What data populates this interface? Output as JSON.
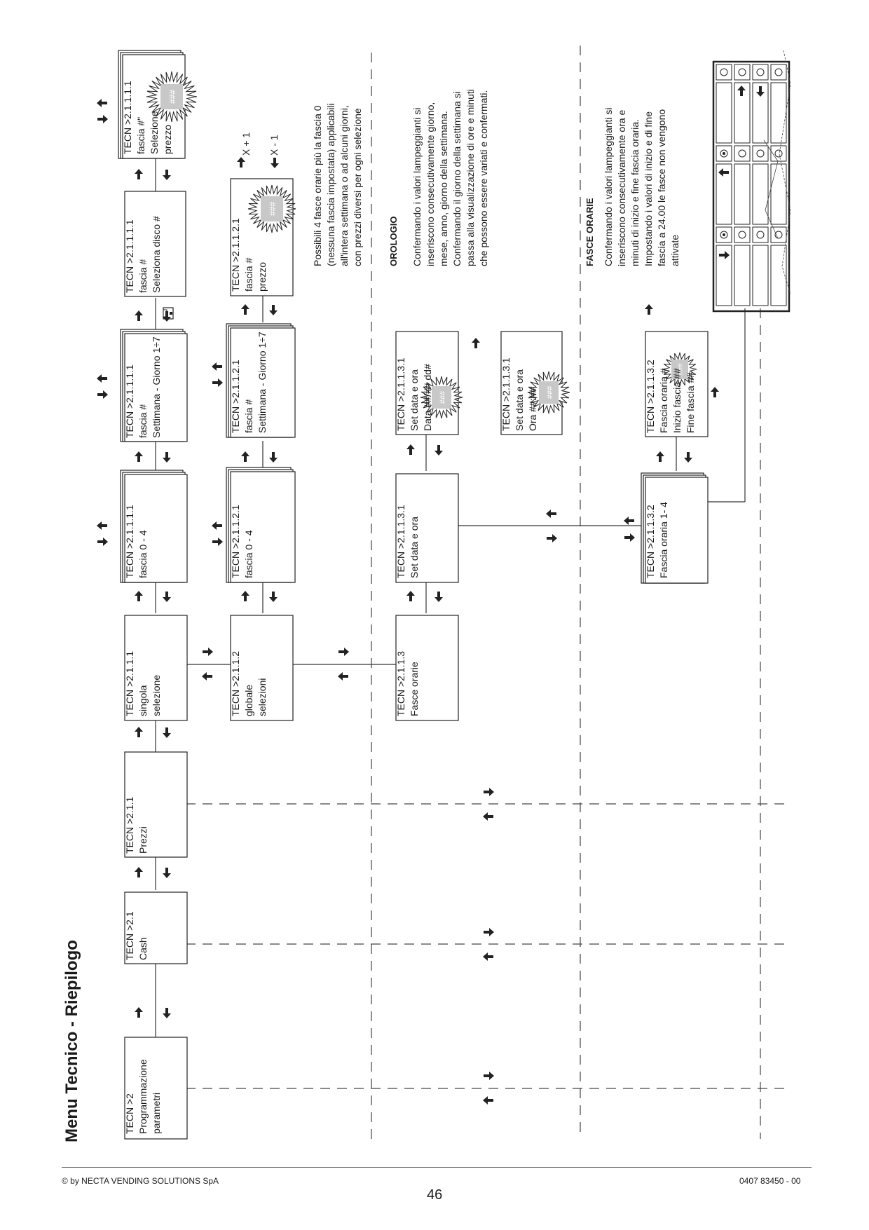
{
  "title": "Menu  Tecnico  - Riepilogo",
  "boxes": {
    "b2": [
      "TECN >2",
      "Programmazione",
      "parametri"
    ],
    "b21": [
      "TECN >2.1",
      "Cash"
    ],
    "b211": [
      "TECN >2.1.1",
      "Prezzi"
    ],
    "b2111": [
      "TECN >2.1.1.1",
      "singola",
      "selezione"
    ],
    "b21111": [
      "TECN >2.1.1.1.1",
      "fascia 0 - 4"
    ],
    "b211111a": [
      "TECN >2.1.1.1.1",
      "fascia   #",
      "Settimana - Giorno 1÷7"
    ],
    "b211111b": [
      "TECN >2.1.1.1.1",
      "fascia   #",
      "Seleziona disco    #"
    ],
    "b211111c": [
      "TECN >2.1.1.1.1",
      "fascia #\"",
      "Selezione",
      "prezzo"
    ],
    "b2112": [
      "TECN >2.1.1.2",
      "globale",
      "selezioni"
    ],
    "b21121": [
      "TECN >2.1.1.2.1",
      "fascia 0 - 4"
    ],
    "b211121a": [
      "TECN >2.1.1.2.1",
      "fascia   #",
      "Settimana - Giorno  1÷7"
    ],
    "b211121b": [
      "TECN >2.1.1.2.1",
      "",
      "fascia   #",
      "prezzo"
    ],
    "b2113": [
      "TECN >2.1.1.3",
      "Fasce orarie"
    ],
    "b21131": [
      "TECN >2.1.1.3.1",
      "Set data e ora"
    ],
    "b21131a": [
      "TECN >2.1.1.3.1",
      "Set data e ora",
      "Data  ##/##  dd#"
    ],
    "b21131b": [
      "TECN >2.1.1.3.1",
      "Set data e ora",
      "Ora   ##:##"
    ],
    "b21132": [
      "TECN >2.1.1.3.2",
      "Fascia oraria  1- 4"
    ],
    "b21132a": [
      "TECN >2.1.1.3.2",
      "Fascia oraria  #",
      "Inizio  fascia ##",
      "Fine fascia ##"
    ]
  },
  "flash_text": "###",
  "xplus": "X + 1",
  "xminus": "X - 1",
  "note_fasce": [
    "Possibili 4 fasce orarie  più la fascia 0",
    "(nessuna fascia impostata) applicabili",
    "all'intera settimana o ad alcuni giorni,",
    "con prezzi diversi per ogni selezione"
  ],
  "orologio": {
    "heading": "OROLOGIO",
    "lines": [
      "Confermando i valori lampeggianti si",
      "inseriscono  consecutivamente  giorno,",
      "mese, anno, giorno della settimana.",
      "Confermando il giorno della settimana si",
      "passa alla visualizzazione di ore e minuti",
      "che possono essere variati e confermati."
    ]
  },
  "fasce_orarie": {
    "heading": "FASCE ORARIE",
    "lines": [
      "Confermando i valori lampeggianti si",
      "inseriscono consecutivamente  ora e",
      "minuti di inizio e fine fascia oraria.",
      "Impostando i valori di inizio e di fine",
      "fascia a 24.00 le fasce non vengono",
      "attivate"
    ]
  },
  "footer": {
    "copyright": "© by NECTA VENDING SOLUTIONS SpA",
    "page": "46",
    "code": "0407 83450 - 00"
  }
}
